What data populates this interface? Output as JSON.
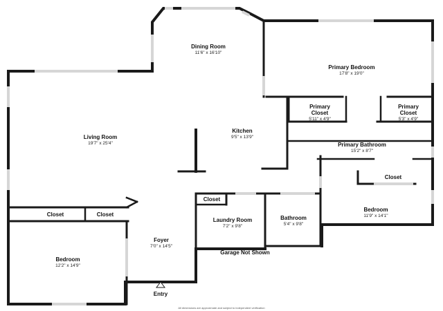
{
  "rooms": {
    "dining_room": {
      "name": "Dining Room",
      "dim": "11'6\" x 16'10\""
    },
    "primary_bedroom": {
      "name": "Primary Bedroom",
      "dim": "17'8\" x 19'0\""
    },
    "primary_closet_1": {
      "name": "Primary",
      "name2": "Closet",
      "dim": "5'11\" x 4'9\""
    },
    "primary_closet_2": {
      "name": "Primary",
      "name2": "Closet",
      "dim": "5'3\" x 4'9\""
    },
    "living_room": {
      "name": "Living Room",
      "dim": "19'7\" x 25'4\""
    },
    "kitchen": {
      "name": "Kitchen",
      "dim": "9'5\" x 13'9\""
    },
    "primary_bathroom": {
      "name": "Primary Bathroom",
      "dim": "15'2\" x 8'7\""
    },
    "closet_right": {
      "name": "Closet"
    },
    "closet_left_1": {
      "name": "Closet"
    },
    "closet_left_2": {
      "name": "Closet"
    },
    "closet_laundry": {
      "name": "Closet"
    },
    "laundry_room": {
      "name": "Laundry Room",
      "dim": "7'2\" x 9'8\""
    },
    "bathroom": {
      "name": "Bathroom",
      "dim": "5'4\" x 9'8\""
    },
    "bedroom_right": {
      "name": "Bedroom",
      "dim": "11'9\" x 14'1\""
    },
    "foyer": {
      "name": "Foyer",
      "dim": "7'0\" x 14'5\""
    },
    "bedroom_left": {
      "name": "Bedroom",
      "dim": "12'2\" x 14'9\""
    }
  },
  "notes": {
    "garage": "Garage Not Shown",
    "entry": "Entry",
    "disclaimer": "All dimensions are approximate and subject to independent verification"
  },
  "colors": {
    "wall": "#1a1a1a",
    "window": "#e6e6e6",
    "floor": "#ffffff"
  }
}
